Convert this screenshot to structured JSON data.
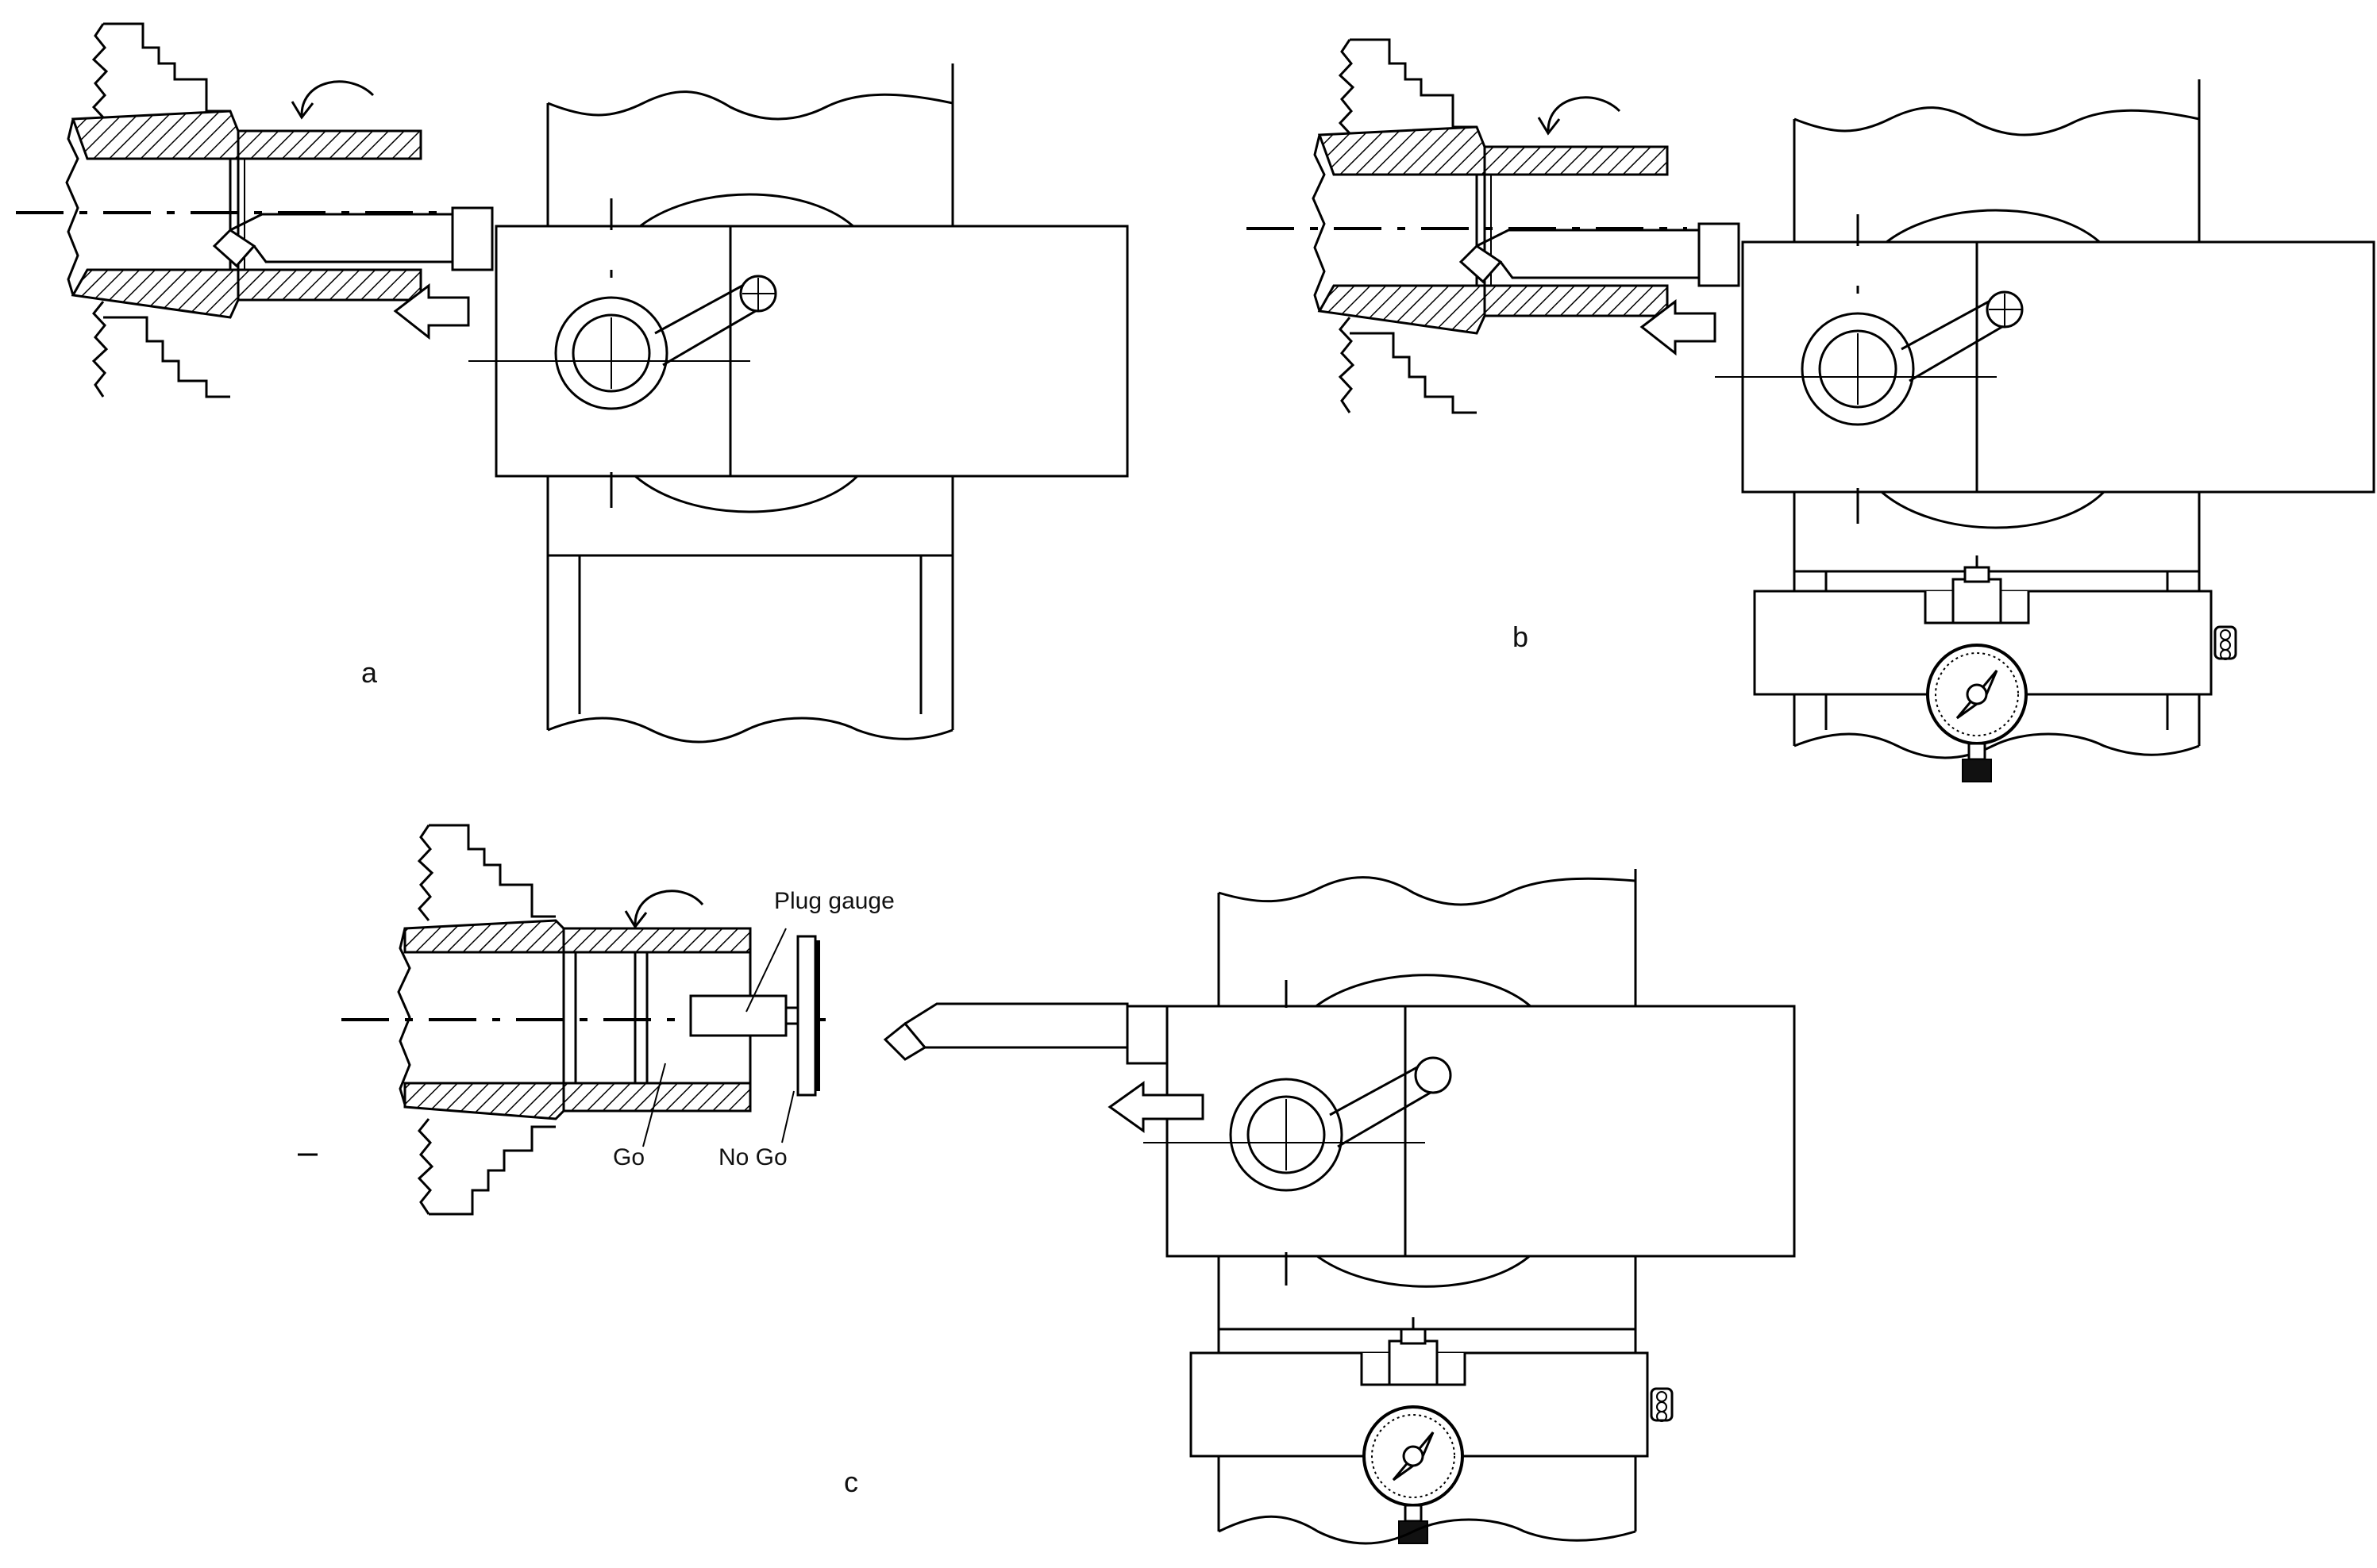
{
  "figure": {
    "panels": [
      {
        "id": "a",
        "caption": "a"
      },
      {
        "id": "b",
        "caption": "b"
      },
      {
        "id": "c",
        "caption": "c"
      }
    ],
    "labels": {
      "plug_gauge": "Plug gauge",
      "go": "Go",
      "no_go": "No Go"
    },
    "colors": {
      "ink": "#000000",
      "background": "#ffffff"
    },
    "icons": [
      "chuck-jaw-icon",
      "rotation-arrow-icon",
      "feed-arrow-icon",
      "dial-indicator-icon",
      "knurled-knob-icon"
    ]
  }
}
